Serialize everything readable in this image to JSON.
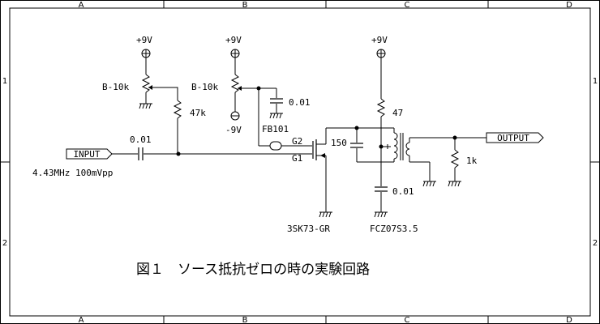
{
  "frame": {
    "col_labels": [
      "A",
      "B",
      "C",
      "D"
    ],
    "row_labels": [
      "1",
      "2"
    ]
  },
  "supplies": {
    "p1": "+9V",
    "p2": "+9V",
    "p3": "+9V",
    "n1": "-9V"
  },
  "components": {
    "pot1": "B-10k",
    "pot2": "B-10k",
    "r_gate_bias": "47k",
    "c_input": "0.01",
    "c_bypass_top": "0.01",
    "ferrite_bead": "FB101",
    "fet": "3SK73-GR",
    "gate2": "G2",
    "gate1": "G1",
    "c_tune": "150",
    "r_drain": "47",
    "c_bypass_bottom": "0.01",
    "coil": "FCZ07S3.5",
    "r_load": "1k"
  },
  "ports": {
    "input": "INPUT",
    "output": "OUTPUT",
    "input_signal": "4.43MHz 100mVpp"
  },
  "caption": "図１　ソース抵抗ゼロの時の実験回路"
}
